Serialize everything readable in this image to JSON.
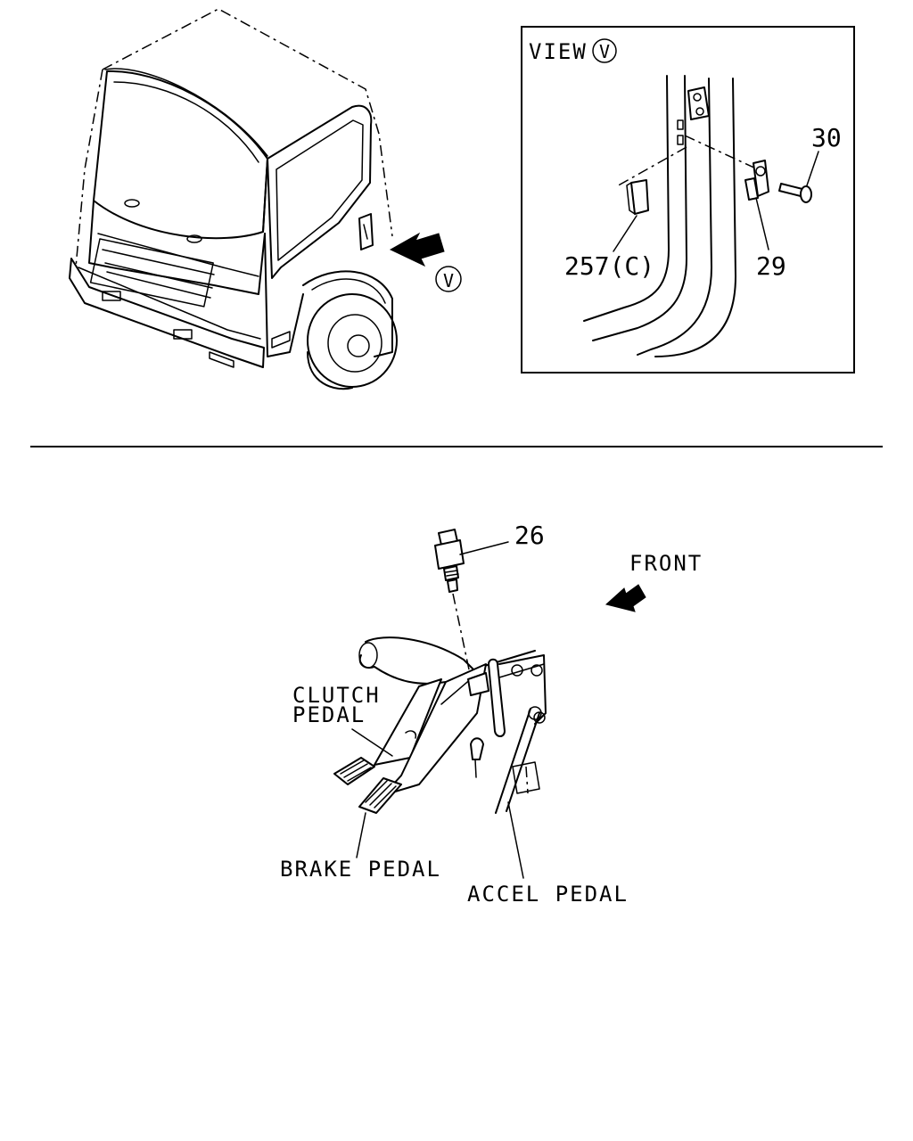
{
  "view_box": {
    "title": "VIEW",
    "marker": "V"
  },
  "view_arrow_marker": "V",
  "callouts": {
    "part_30": "30",
    "part_257": "257(C)",
    "part_29": "29",
    "part_26": "26"
  },
  "labels": {
    "front": "FRONT",
    "clutch_line1": "CLUTCH",
    "clutch_line2": "PEDAL",
    "brake": "BRAKE PEDAL",
    "accel": "ACCEL PEDAL"
  },
  "icons": [
    "truck-cab-illustration",
    "view-arrow-icon",
    "front-direction-arrow-icon",
    "pedal-switch-icon",
    "bracket-icon",
    "bolt-icon",
    "clip-icon"
  ]
}
